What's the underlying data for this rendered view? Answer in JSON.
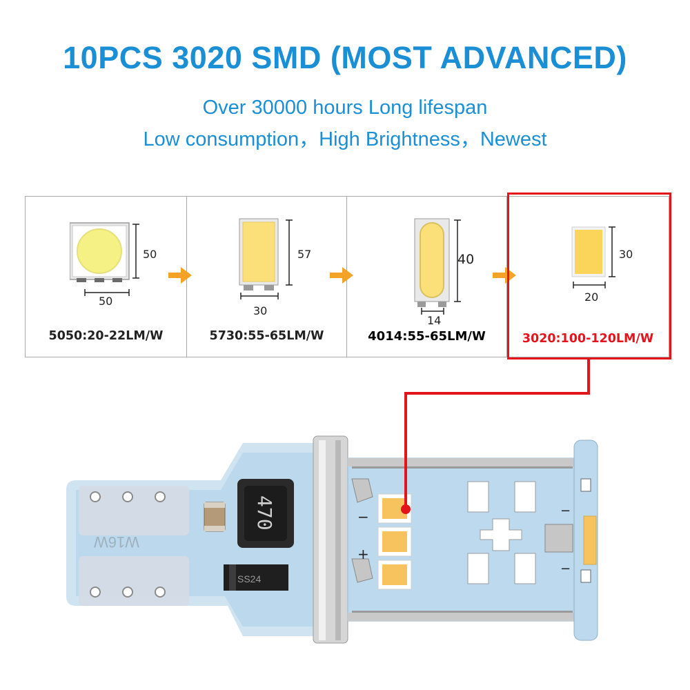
{
  "header": {
    "title": "10PCS 3020 SMD (MOST ADVANCED)",
    "line1": "Over 30000 hours Long lifespan",
    "line2": "Low consumption，High Brightness，Newest"
  },
  "comparison": [
    {
      "label": "5050:20-22LM/W",
      "height_dim": "50",
      "width_dim": "50"
    },
    {
      "label": "5730:55-65LM/W",
      "height_dim": "57",
      "width_dim": "30"
    },
    {
      "label": "4014:55-65LM/W",
      "height_dim": "40",
      "width_dim": "14"
    },
    {
      "label": "3020:100-120LM/W",
      "height_dim": "30",
      "width_dim": "20"
    }
  ],
  "bulb": {
    "inductor_mark": "470",
    "diode_mark": "SS24",
    "base_mark": "W16W",
    "minus_sign": "−",
    "plus_sign": "+"
  },
  "colors": {
    "accent_blue": "#1a8fd6",
    "highlight_red": "#e4141b",
    "arrow_orange": "#f4a326",
    "led_yellow": "#fbe07a"
  }
}
